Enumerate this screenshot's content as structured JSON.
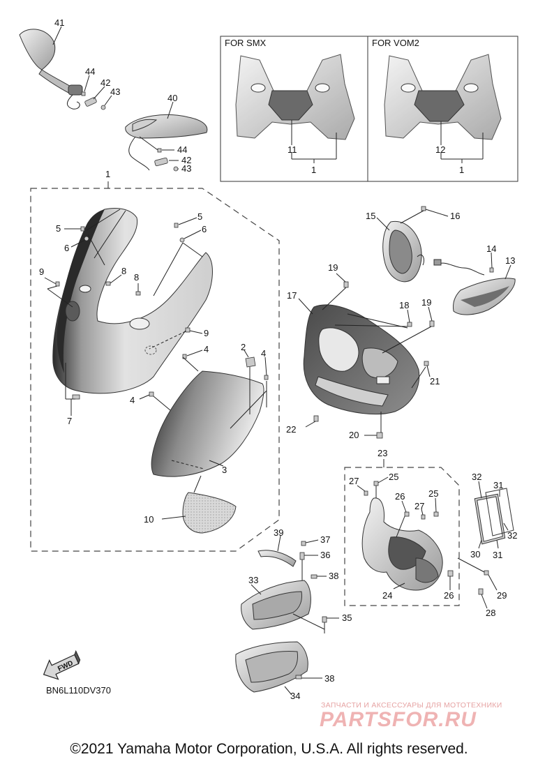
{
  "diagram_code": "BN6L110DV370",
  "copyright": "©2021 Yamaha Motor Corporation, U.S.A. All rights reserved.",
  "watermark": {
    "subtitle": "ЗАПЧАСТИ И АКСЕССУАРЫ ДЛЯ МОТОТЕХНИКИ",
    "brand": "PARTSFOR.RU"
  },
  "fwd_label": "FWD",
  "variant_boxes": [
    {
      "title": "FOR SMX",
      "part": "11",
      "assembly": "1"
    },
    {
      "title": "FOR VOM2",
      "part": "12",
      "assembly": "1"
    }
  ],
  "callouts": {
    "c41": "41",
    "c44a": "44",
    "c42a": "42",
    "c43a": "43",
    "c40": "40",
    "c44b": "44",
    "c42b": "42",
    "c43b": "43",
    "c1": "1",
    "c5a": "5",
    "c6a": "6",
    "c5b": "5",
    "c6b": "6",
    "c9a": "9",
    "c8a": "8",
    "c8b": "8",
    "c9b": "9",
    "c4a": "4",
    "c2": "2",
    "c4b": "4",
    "c4c": "4",
    "c7": "7",
    "c3": "3",
    "c10": "10",
    "c15": "15",
    "c16": "16",
    "c14": "14",
    "c13": "13",
    "c19a": "19",
    "c17": "17",
    "c18": "18",
    "c19b": "19",
    "c21": "21",
    "c22": "22",
    "c20": "20",
    "c23": "23",
    "c27a": "27",
    "c25a": "25",
    "c26a": "26",
    "c27b": "27",
    "c25b": "25",
    "c24": "24",
    "c26b": "26",
    "c29": "29",
    "c28": "28",
    "c32a": "32",
    "c31a": "31",
    "c32b": "32",
    "c30": "30",
    "c31b": "31",
    "c39": "39",
    "c37": "37",
    "c36": "36",
    "c38a": "38",
    "c33": "33",
    "c35": "35",
    "c38b": "38",
    "c34": "34"
  }
}
